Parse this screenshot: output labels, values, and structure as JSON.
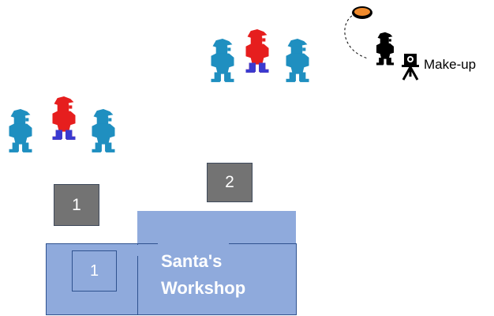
{
  "boxes": [
    {
      "label": "1"
    },
    {
      "label": "2"
    }
  ],
  "workshop": {
    "line1": "Santa's",
    "line2": "Workshop",
    "inner_label": "1"
  },
  "makeup": {
    "label": "Make-up"
  },
  "colors": {
    "workshop_fill": "#8faadc",
    "workshop_border": "#2f528f",
    "grey_box": "#737373",
    "elf_blue": "#1f8fc0",
    "elf_red": "#e61e1e",
    "elf_legs": "#3a3ad0",
    "disc": "#f08a2c"
  },
  "icons": [
    "elf-figure",
    "camera-tripod-icon",
    "flying-disc-icon"
  ]
}
